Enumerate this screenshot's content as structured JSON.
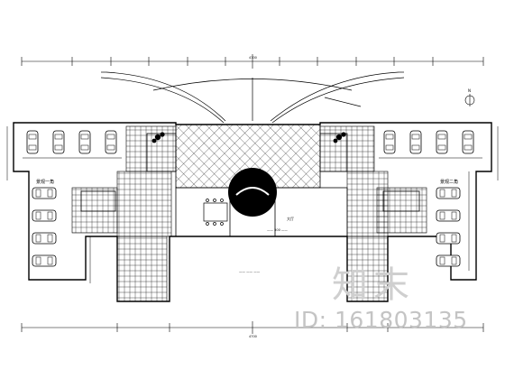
{
  "watermark": {
    "logo_text": "知末",
    "id_text": "ID: 161803135"
  },
  "labels": {
    "left_room": "景观一角",
    "right_room": "景观二角",
    "center_label": "大厅",
    "center_note": "—— 500 ——",
    "bottom_note": "—— —— ——"
  },
  "dimensions": {
    "top_total": "4700",
    "bottom_total": "4700"
  },
  "north_symbol": "N"
}
